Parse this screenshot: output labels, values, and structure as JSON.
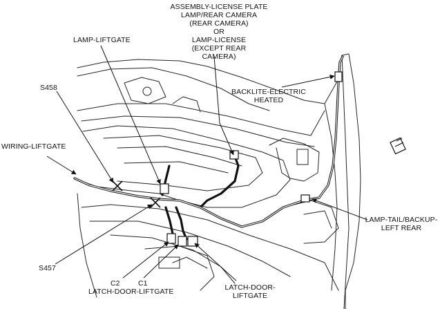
{
  "labels": {
    "assembly": "ASSEMBLY-LICENSE PLATE\nLAMP/REAR CAMERA\n(REAR CAMERA)\nOR\nLAMP-LICENSE\n(EXCEPT REAR\nCAMERA)",
    "lamp_liftgate": "LAMP-LIFTGATE",
    "s458": "S458",
    "wiring_liftgate": "WIRING-LIFTGATE",
    "backlite": "BACKLITE-ELECTRIC\nHEATED",
    "lamp_tail": "LAMP-TAIL/BACKUP-\nLEFT REAR",
    "s457": "S457",
    "c2": "C2",
    "c1": "C1",
    "latch_door_liftgate": "LATCH-DOOR-LIFTGATE",
    "latch_door": "LATCH-DOOR-\nLIFTGATE"
  },
  "colors": {
    "ink": "#111111",
    "background": "#ffffff"
  }
}
